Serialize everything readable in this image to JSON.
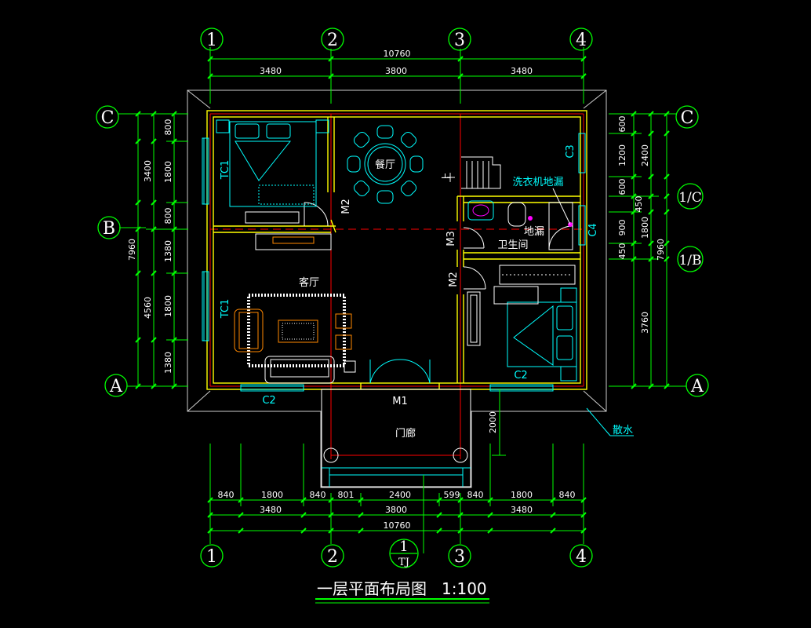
{
  "drawing": {
    "title": "一层平面布局图",
    "scale": "1:100"
  },
  "grid_axes": {
    "columns": [
      "1",
      "2",
      "3",
      "4"
    ],
    "rows_left": [
      "C",
      "B",
      "A"
    ],
    "rows_right": [
      "C",
      "1/C",
      "1/B",
      "A"
    ],
    "detail_marker": {
      "top": "1",
      "bottom": "TJ"
    }
  },
  "dimensions": {
    "top_total": "10760",
    "top_parts": [
      "3480",
      "3800",
      "3480"
    ],
    "bottom_detail": [
      "840",
      "1800",
      "840",
      "801",
      "2400",
      "599",
      "840",
      "1800",
      "840"
    ],
    "bottom_parts": [
      "3480",
      "3800",
      "3480"
    ],
    "bottom_total": "10760",
    "left_total": "7960",
    "left_mid": [
      "3400",
      "4560"
    ],
    "left_inner": [
      "800",
      "1800",
      "800",
      "1380",
      "1800",
      "1380"
    ],
    "right_total": "7960",
    "right_mid": [
      "2400",
      "1800",
      "3760"
    ],
    "right_inner": [
      "600",
      "1200",
      "600",
      "450",
      "900",
      "450"
    ],
    "porch_depth": "2000"
  },
  "rooms": {
    "dining": "餐厅",
    "living": "客厅",
    "bathroom": "卫生间",
    "porch": "门廊"
  },
  "labels": {
    "washer_drain": "洗衣机地漏",
    "floor_drain": "地漏",
    "apron": "散水",
    "stair_up": "上",
    "door_main": "M1",
    "door_m2_a": "M2",
    "door_m2_b": "M2",
    "door_m3": "M3",
    "win_tc1_a": "TC1",
    "win_tc1_b": "TC1",
    "win_c2_a": "C2",
    "win_c2_b": "C2",
    "win_c3": "C3",
    "win_c4": "C4"
  },
  "colors": {
    "background": "#000000",
    "dimension_line": "#00ff00",
    "wall": "#ffff00",
    "axis": "#ff0000",
    "furniture": "#00ffff",
    "outline": "#ffffff",
    "drain_marker": "#ff00ff"
  }
}
